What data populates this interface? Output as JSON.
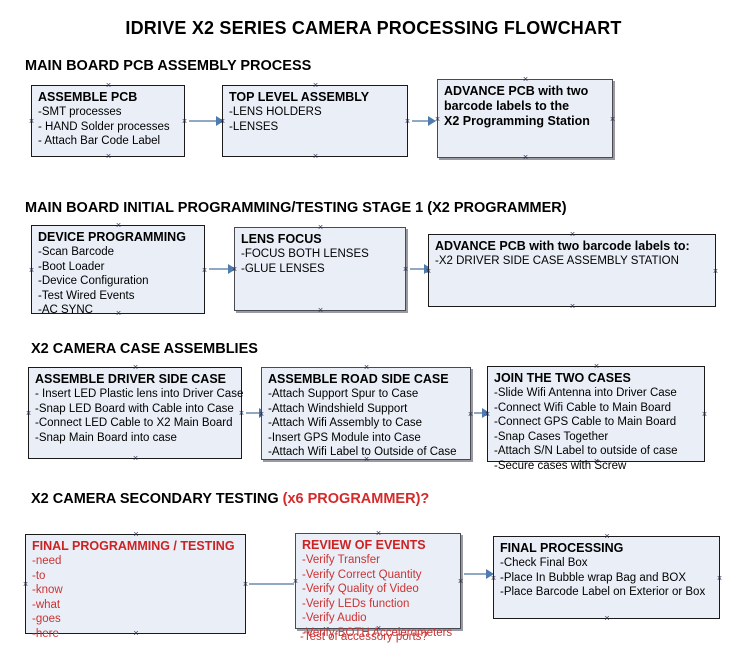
{
  "document": {
    "title": "IDRIVE X2  SERIES CAMERA PROCESSING FLOWCHART"
  },
  "sections": [
    {
      "id": "main-board-pcb-assembly",
      "title": "MAIN BOARD PCB ASSEMBLY PROCESS",
      "accent": ""
    },
    {
      "id": "main-board-initial-programming",
      "title": "MAIN BOARD INITIAL PROGRAMMING/TESTING STAGE 1 (X2 PROGRAMMER)",
      "accent": ""
    },
    {
      "id": "x2-camera-case-assemblies",
      "title": "X2 CAMERA CASE ASSEMBLIES",
      "accent": ""
    },
    {
      "id": "x2-camera-secondary-testing",
      "title": "X2 CAMERA SECONDARY TESTING ",
      "accent": "(x6 PROGRAMMER)?"
    }
  ],
  "boxes": {
    "assemble_pcb": {
      "title": "ASSEMBLE PCB",
      "lines": [
        "-SMT processes",
        "- HAND Solder processes",
        "- Attach Bar Code Label"
      ]
    },
    "top_level_assembly": {
      "title": "TOP LEVEL ASSEMBLY",
      "lines": [
        "-LENS HOLDERS",
        "-LENSES"
      ]
    },
    "advance_pcb_programming_station": {
      "title_lines": [
        "ADVANCE PCB with two",
        "barcode labels to the",
        " X2 Programming Station"
      ],
      "lines": []
    },
    "device_programming": {
      "title": "DEVICE PROGRAMMING",
      "lines": [
        "-Scan Barcode",
        "-Boot Loader",
        "-Device Configuration",
        "-Test Wired Events",
        "-AC SYNC"
      ]
    },
    "lens_focus": {
      "title": "LENS FOCUS",
      "lines": [
        "-FOCUS BOTH LENSES",
        "-GLUE LENSES"
      ]
    },
    "advance_pcb_driver_side": {
      "title": "ADVANCE PCB with two barcode labels to:",
      "lines": [
        "-X2 DRIVER  SIDE  CASE  ASSEMBLY STATION"
      ]
    },
    "assemble_driver_side_case": {
      "title": "ASSEMBLE DRIVER SIDE CASE",
      "lines": [
        "- Insert LED Plastic lens into Driver Case",
        "-Snap LED Board with Cable into Case",
        "-Connect LED Cable to X2 Main Board",
        "-Snap Main Board into case"
      ]
    },
    "assemble_road_side_case": {
      "title": "ASSEMBLE ROAD SIDE CASE",
      "lines": [
        "-Attach Support Spur to Case",
        "-Attach Windshield Support",
        "-Attach Wifi Assembly to Case",
        "-Insert GPS Module into Case",
        "-Attach Wifi Label to Outside of Case"
      ]
    },
    "join_the_two_cases": {
      "title": "JOIN THE TWO CASES",
      "lines": [
        "-Slide Wifi Antenna into Driver Case",
        "-Connect Wifi Cable to Main Board",
        "-Connect GPS Cable to Main Board",
        "-Snap Cases Together",
        "-Attach S/N Label to outside of case",
        "-Secure cases with Screw"
      ]
    },
    "final_programming_testing": {
      "title": "FINAL PROGRAMMING / TESTING",
      "lines": [
        "-need",
        "-to",
        "-know",
        "-what",
        "-goes",
        "-here"
      ]
    },
    "review_of_events": {
      "title": "REVIEW OF EVENTS",
      "lines": [
        "-Verify Transfer",
        "-Verify Correct Quantity",
        "-Verify Quality of Video",
        "-Verify LEDs function",
        "-Verify Audio",
        "-Verify BOTH Accelerometers"
      ],
      "overflow_line": "-Test of accessory ports?"
    },
    "final_processing": {
      "title": "FINAL PROCESSING",
      "lines": [
        "-Check Final Box",
        "-Place In Bubble wrap Bag and BOX",
        "-Place Barcode Label on Exterior or Box"
      ]
    }
  },
  "colors": {
    "box_fill": "#e9eef7",
    "box_border": "#1a1a1a",
    "connector": "#8fa9c4",
    "connector_head": "#4f7cb0",
    "accent_red": "#cc2222",
    "text": "#000000"
  }
}
